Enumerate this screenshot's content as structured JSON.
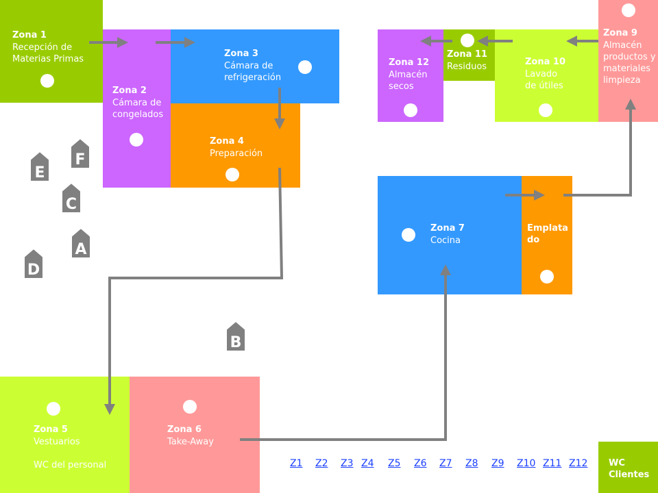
{
  "zones": {
    "z1": {
      "title": "Zona 1",
      "desc": "Recepción de\nMaterias Primas",
      "color": "#99cc00"
    },
    "z2": {
      "title": "Zona 2",
      "desc": "Cámara de\ncongelados",
      "color": "#cc66ff"
    },
    "z3": {
      "title": "Zona 3",
      "desc": "Cámara de\nrefrigeración",
      "color": "#3399ff"
    },
    "z4": {
      "title": "Zona 4",
      "desc": "Preparación",
      "color": "#ff9900"
    },
    "z5": {
      "title": "Zona 5",
      "desc": "Vestuarios\n\nWC del personal",
      "color": "#ccff33"
    },
    "z6": {
      "title": "Zona 6",
      "desc": "Take-Away",
      "color": "#ff9999"
    },
    "z7": {
      "title": "Zona 7",
      "desc": "Cocina",
      "color": "#3399ff"
    },
    "emplatado": {
      "title": "Emplata\ndo",
      "color": "#ff9900"
    },
    "z9": {
      "title": "Zona 9",
      "desc": "Almacén\nproductos y\nmateriales\nlimpieza",
      "color": "#ff9999"
    },
    "z10": {
      "title": "Zona 10",
      "desc": "Lavado\nde útiles",
      "color": "#ccff33"
    },
    "z11": {
      "title": "Zona 11",
      "desc": "Residuos",
      "color": "#99cc00"
    },
    "z12": {
      "title": "Zona 12",
      "desc": "Almacén\nsecos",
      "color": "#cc66ff"
    },
    "wc_clientes": {
      "title": "WC\nClientes",
      "color": "#99cc00"
    }
  },
  "badges": {
    "a": "A",
    "b": "B",
    "c": "C",
    "d": "D",
    "e": "E",
    "f": "F"
  },
  "nav_links": [
    "Z1",
    "Z2",
    "Z3",
    "Z4",
    "Z5",
    "Z6",
    "Z7",
    "Z8",
    "Z9",
    "Z10",
    "Z11",
    "Z12"
  ],
  "colors": {
    "arrow": "#808080",
    "link": "#1a3fff",
    "badge": "#808080"
  }
}
